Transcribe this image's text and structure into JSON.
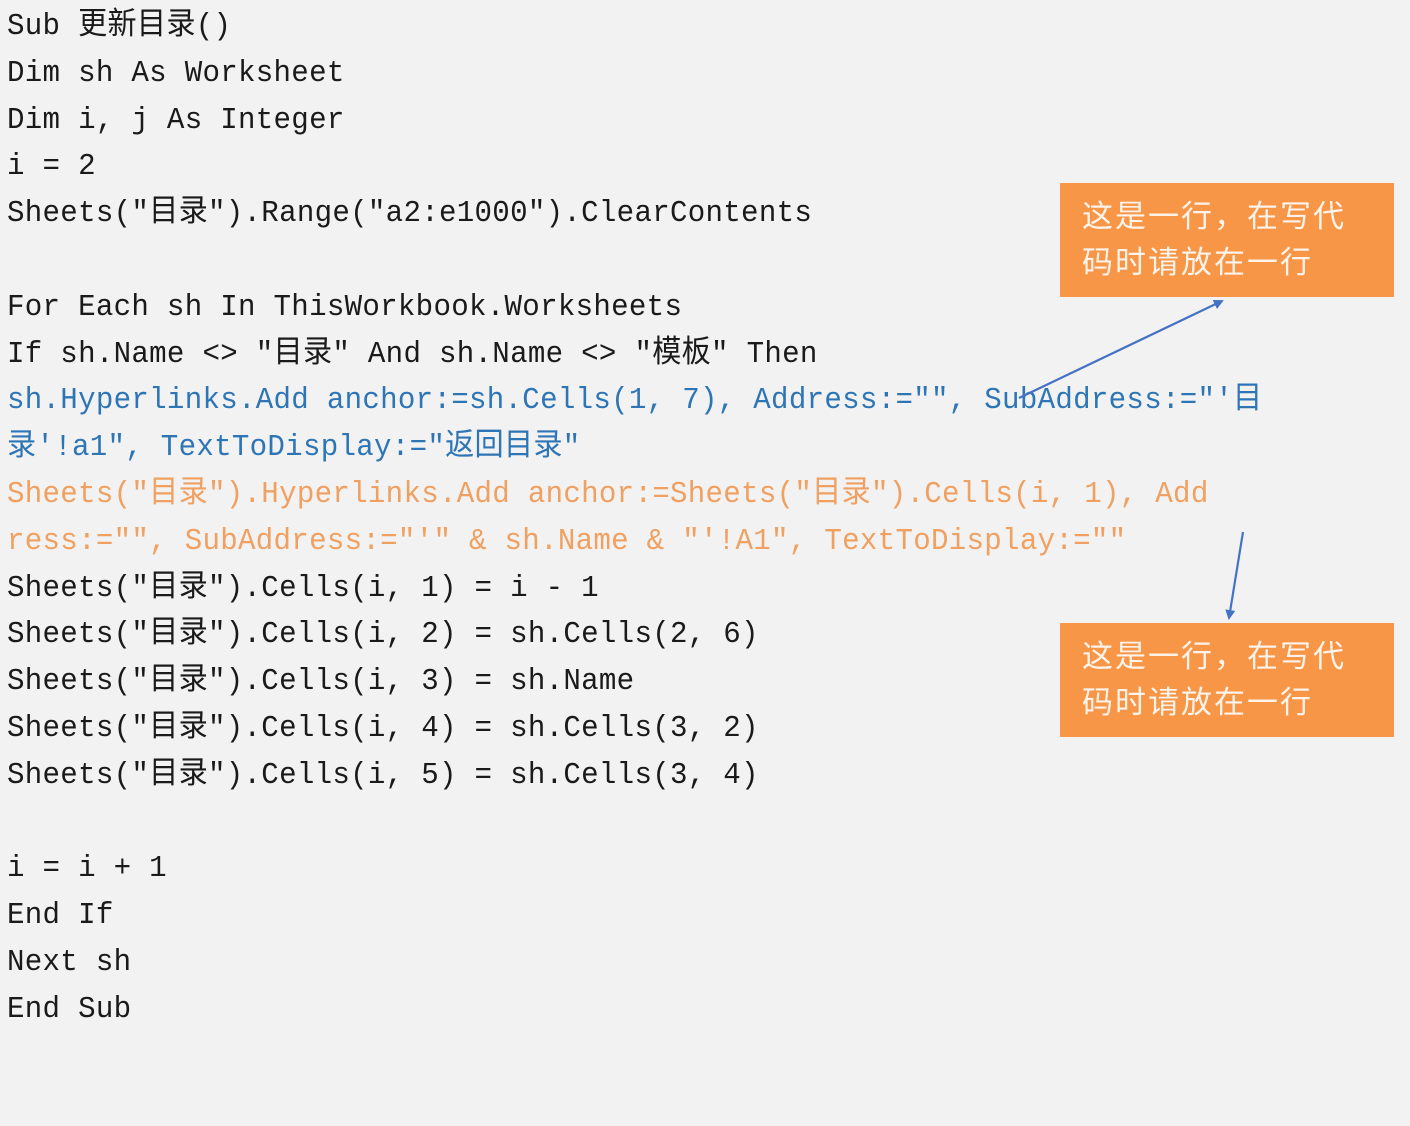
{
  "code": {
    "lines": [
      {
        "text": "Sub 更新目录()",
        "color": "default"
      },
      {
        "text": "Dim sh As Worksheet",
        "color": "default"
      },
      {
        "text": "Dim i, j As Integer",
        "color": "default"
      },
      {
        "text": "i = 2",
        "color": "default"
      },
      {
        "text": "Sheets(\"目录\").Range(\"a2:e1000\").ClearContents",
        "color": "default"
      },
      {
        "text": "",
        "color": "default"
      },
      {
        "text": "For Each sh In ThisWorkbook.Worksheets",
        "color": "default"
      },
      {
        "text": "If sh.Name <> \"目录\" And sh.Name <> \"模板\" Then",
        "color": "default"
      },
      {
        "text": "sh.Hyperlinks.Add anchor:=sh.Cells(1, 7), Address:=\"\", SubAddress:=\"'目",
        "color": "blue"
      },
      {
        "text": "录'!a1\", TextToDisplay:=\"返回目录\"",
        "color": "blue"
      },
      {
        "text": "Sheets(\"目录\").Hyperlinks.Add anchor:=Sheets(\"目录\").Cells(i, 1), Add",
        "color": "orange"
      },
      {
        "text": "ress:=\"\", SubAddress:=\"'\" & sh.Name & \"'!A1\", TextToDisplay:=\"\"",
        "color": "orange"
      },
      {
        "text": "Sheets(\"目录\").Cells(i, 1) = i - 1",
        "color": "default"
      },
      {
        "text": "Sheets(\"目录\").Cells(i, 2) = sh.Cells(2, 6)",
        "color": "default"
      },
      {
        "text": "Sheets(\"目录\").Cells(i, 3) = sh.Name",
        "color": "default"
      },
      {
        "text": "Sheets(\"目录\").Cells(i, 4) = sh.Cells(3, 2)",
        "color": "default"
      },
      {
        "text": "Sheets(\"目录\").Cells(i, 5) = sh.Cells(3, 4)",
        "color": "default"
      },
      {
        "text": "",
        "color": "default"
      },
      {
        "text": "i = i + 1",
        "color": "default"
      },
      {
        "text": "End If",
        "color": "default"
      },
      {
        "text": "Next sh",
        "color": "default"
      },
      {
        "text": "End Sub",
        "color": "default"
      }
    ]
  },
  "callouts": [
    {
      "line1": "这是一行，在写代",
      "line2": "码时请放在一行"
    },
    {
      "line1": "这是一行，在写代",
      "line2": "码时请放在一行"
    }
  ],
  "colors": {
    "background": "#f2f2f2",
    "text_default": "#1a1a1a",
    "text_blue": "#2e75b6",
    "text_orange": "#f0a060",
    "callout_fill": "#f79646",
    "arrow": "#4472c4"
  }
}
